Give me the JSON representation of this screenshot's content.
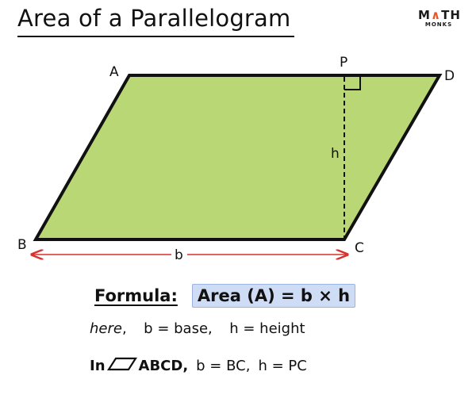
{
  "header": {
    "title": "Area of a Parallelogram",
    "logo": {
      "top": "MATH",
      "bottom": "MONKS",
      "accent_color": "#e8572a"
    }
  },
  "diagram": {
    "fill_color": "#b9d774",
    "stroke_color": "#111111",
    "arrow_color": "#d9312b",
    "vertices": {
      "a": "A",
      "b": "B",
      "c": "C",
      "d": "D",
      "p": "P"
    },
    "height_label": "h",
    "base_label": "b"
  },
  "formula": {
    "label": "Formula:",
    "expression": "Area (A) = b × h"
  },
  "legend": {
    "here": "here",
    "base_def": "b = base",
    "height_def": "h = height"
  },
  "example": {
    "prefix": "In",
    "name": "ABCD,",
    "base_eq": "b = BC,",
    "height_eq": "h = PC"
  }
}
